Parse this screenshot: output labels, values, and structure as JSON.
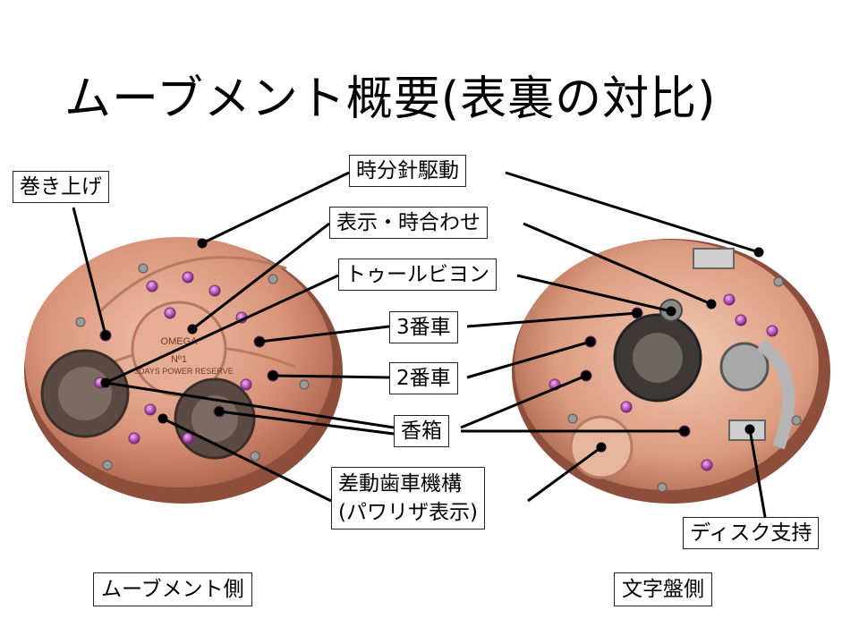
{
  "title": "ムーブメント概要(表裏の対比)",
  "labels": {
    "winding": "巻き上げ",
    "hour_minute_drive": "時分針駆動",
    "display_time_set": "表示・時合わせ",
    "tourbillon": "トゥールビヨン",
    "third_wheel": "3番車",
    "second_wheel": "2番車",
    "barrel": "香箱",
    "differential_line1": "差動歯車機構",
    "differential_line2": "(パワリザ表示)",
    "disc_support": "ディスク支持"
  },
  "sides": {
    "movement_side": "ムーブメント側",
    "dial_side": "文字盤側"
  },
  "engravings": {
    "brand": "OMEGA",
    "number": "Nº1",
    "power_reserve": "3DAYS POWER RESERVE"
  },
  "colors": {
    "plate": "#d9957a",
    "plate_dark": "#a9604a",
    "jewel": "#b04ab0",
    "leader": "#000000"
  }
}
